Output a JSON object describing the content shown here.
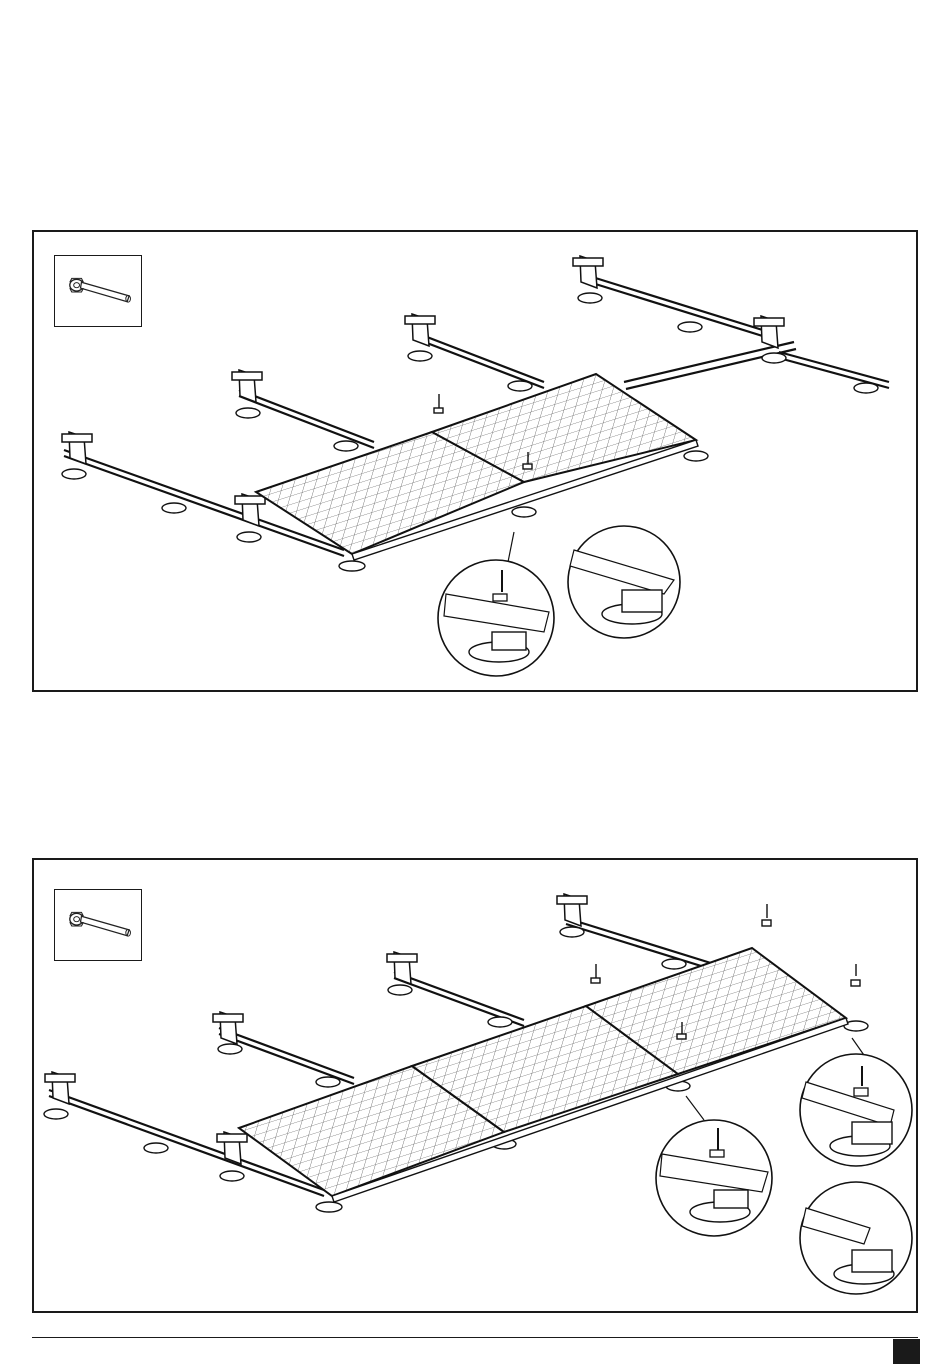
{
  "page": {
    "page_number": "",
    "accent_color": "#1a1a1a"
  },
  "steps": [
    {
      "tool_icon": "hex-bit-screwdriver-icon",
      "panels_installed": 2,
      "detail_callouts": 2
    },
    {
      "tool_icon": "hex-bit-screwdriver-icon",
      "panels_installed": 3,
      "detail_callouts": 3
    }
  ]
}
